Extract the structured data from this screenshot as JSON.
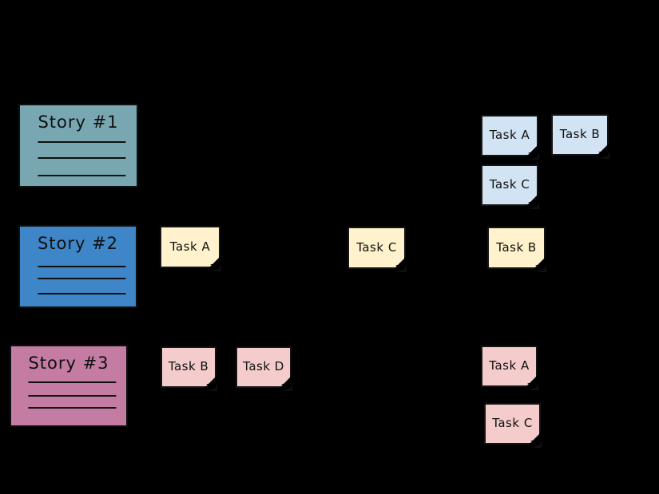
{
  "canvas": {
    "background": "#000000"
  },
  "stories": [
    {
      "title": "Story #1",
      "color": "#78A7B2",
      "text_lines": 3
    },
    {
      "title": "Story #2",
      "color": "#3E86C7",
      "text_lines": 3
    },
    {
      "title": "Story #3",
      "color": "#C47CA2",
      "text_lines": 3
    }
  ],
  "notes": {
    "colors": {
      "blue": "#D2E3F3",
      "yellow": "#FFF2CC",
      "pink": "#F4CCCC"
    },
    "blue": [
      {
        "label": "Task A"
      },
      {
        "label": "Task B"
      },
      {
        "label": "Task C"
      }
    ],
    "yellow": [
      {
        "label": "Task A"
      },
      {
        "label": "Task C"
      },
      {
        "label": "Task B"
      }
    ],
    "pink": [
      {
        "label": "Task B"
      },
      {
        "label": "Task D"
      },
      {
        "label": "Task A"
      },
      {
        "label": "Task C"
      }
    ]
  },
  "outline_color": "#141414"
}
